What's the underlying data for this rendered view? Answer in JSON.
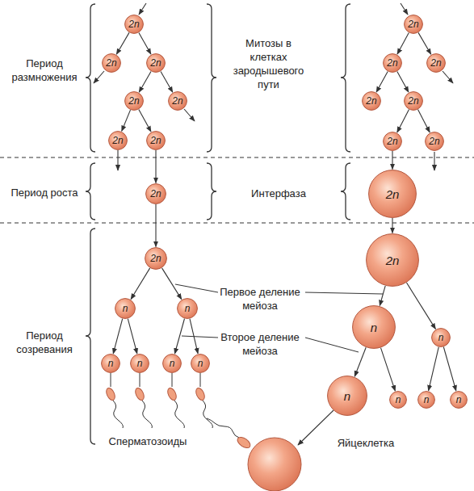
{
  "diagram": {
    "nodes": [
      {
        "text": [
          "2n"
        ]
      },
      {
        "text": [
          "2n"
        ]
      },
      {
        "text": [
          "2n"
        ]
      },
      {
        "text": [
          "2n"
        ]
      },
      {
        "text": [
          "2n"
        ]
      },
      {
        "text": [
          "2n"
        ]
      },
      {
        "text": [
          "2n"
        ]
      },
      {
        "text": [
          "2n"
        ]
      },
      {
        "text": [
          "2n"
        ]
      },
      {
        "text": [
          "n"
        ]
      },
      {
        "text": [
          "n"
        ]
      },
      {
        "text": [
          "n"
        ]
      },
      {
        "text": [
          "n"
        ]
      },
      {
        "text": [
          "n"
        ]
      },
      {
        "text": [
          "n"
        ]
      },
      {
        "text": [
          "2n"
        ]
      },
      {
        "text": [
          "2n"
        ]
      },
      {
        "text": [
          "2n"
        ]
      },
      {
        "text": [
          "2n"
        ]
      },
      {
        "text": [
          "2n"
        ]
      },
      {
        "text": [
          "2n"
        ]
      },
      {
        "text": [
          "2n"
        ]
      },
      {
        "text": [
          "2n"
        ]
      },
      {
        "text": [
          "2n"
        ]
      },
      {
        "text": [
          "n"
        ]
      },
      {
        "text": [
          "n"
        ]
      },
      {
        "text": [
          "n"
        ]
      },
      {
        "text": [
          "n"
        ]
      },
      {
        "text": [
          "n"
        ]
      },
      {
        "text": [
          "n"
        ]
      }
    ],
    "edges": [
      {
        "from": 0,
        "to": 1,
        "arrow": "to"
      },
      {
        "from": 0,
        "to": 2,
        "arrow": "to"
      },
      {
        "from": 2,
        "to": 3,
        "arrow": "to"
      },
      {
        "from": 2,
        "to": 4,
        "arrow": "to"
      },
      {
        "from": 3,
        "to": 5,
        "arrow": "to"
      },
      {
        "from": 3,
        "to": 6,
        "arrow": "to"
      },
      {
        "from": 6,
        "to": 7,
        "arrow": "to"
      },
      {
        "from": 7,
        "to": 8,
        "arrow": "to"
      },
      {
        "from": 8,
        "to": 9,
        "arrow": "to"
      },
      {
        "from": 8,
        "to": 10,
        "arrow": "to"
      },
      {
        "from": 9,
        "to": 11,
        "arrow": "to"
      },
      {
        "from": 9,
        "to": 12,
        "arrow": "to"
      },
      {
        "from": 10,
        "to": 13,
        "arrow": "to"
      },
      {
        "from": 10,
        "to": 14,
        "arrow": "to"
      },
      {
        "from": 15,
        "to": 16,
        "arrow": "to"
      },
      {
        "from": 15,
        "to": 17,
        "arrow": "to"
      },
      {
        "from": 16,
        "to": 18,
        "arrow": "to"
      },
      {
        "from": 16,
        "to": 19,
        "arrow": "to"
      },
      {
        "from": 19,
        "to": 20,
        "arrow": "to"
      },
      {
        "from": 19,
        "to": 21,
        "arrow": "to"
      },
      {
        "from": 20,
        "to": 22,
        "arrow": "to"
      },
      {
        "from": 22,
        "to": 23,
        "arrow": "to"
      },
      {
        "from": 23,
        "to": 24,
        "arrow": "to"
      },
      {
        "from": 23,
        "to": 25,
        "arrow": "to"
      },
      {
        "from": 24,
        "to": 26,
        "arrow": "to"
      },
      {
        "from": 24,
        "to": 27,
        "arrow": "to"
      },
      {
        "from": 25,
        "to": 28,
        "arrow": "to"
      },
      {
        "from": 25,
        "to": 29,
        "arrow": "to"
      }
    ],
    "labels": [
      "Период размножения",
      "Митозы в клетках зародышевого пути",
      "Период роста",
      "Интерфаза",
      "Период созревания",
      "Первое деление мейоза",
      "Второе деление мейоза",
      "Сперматозоиды",
      "Яйцеклетка"
    ]
  }
}
